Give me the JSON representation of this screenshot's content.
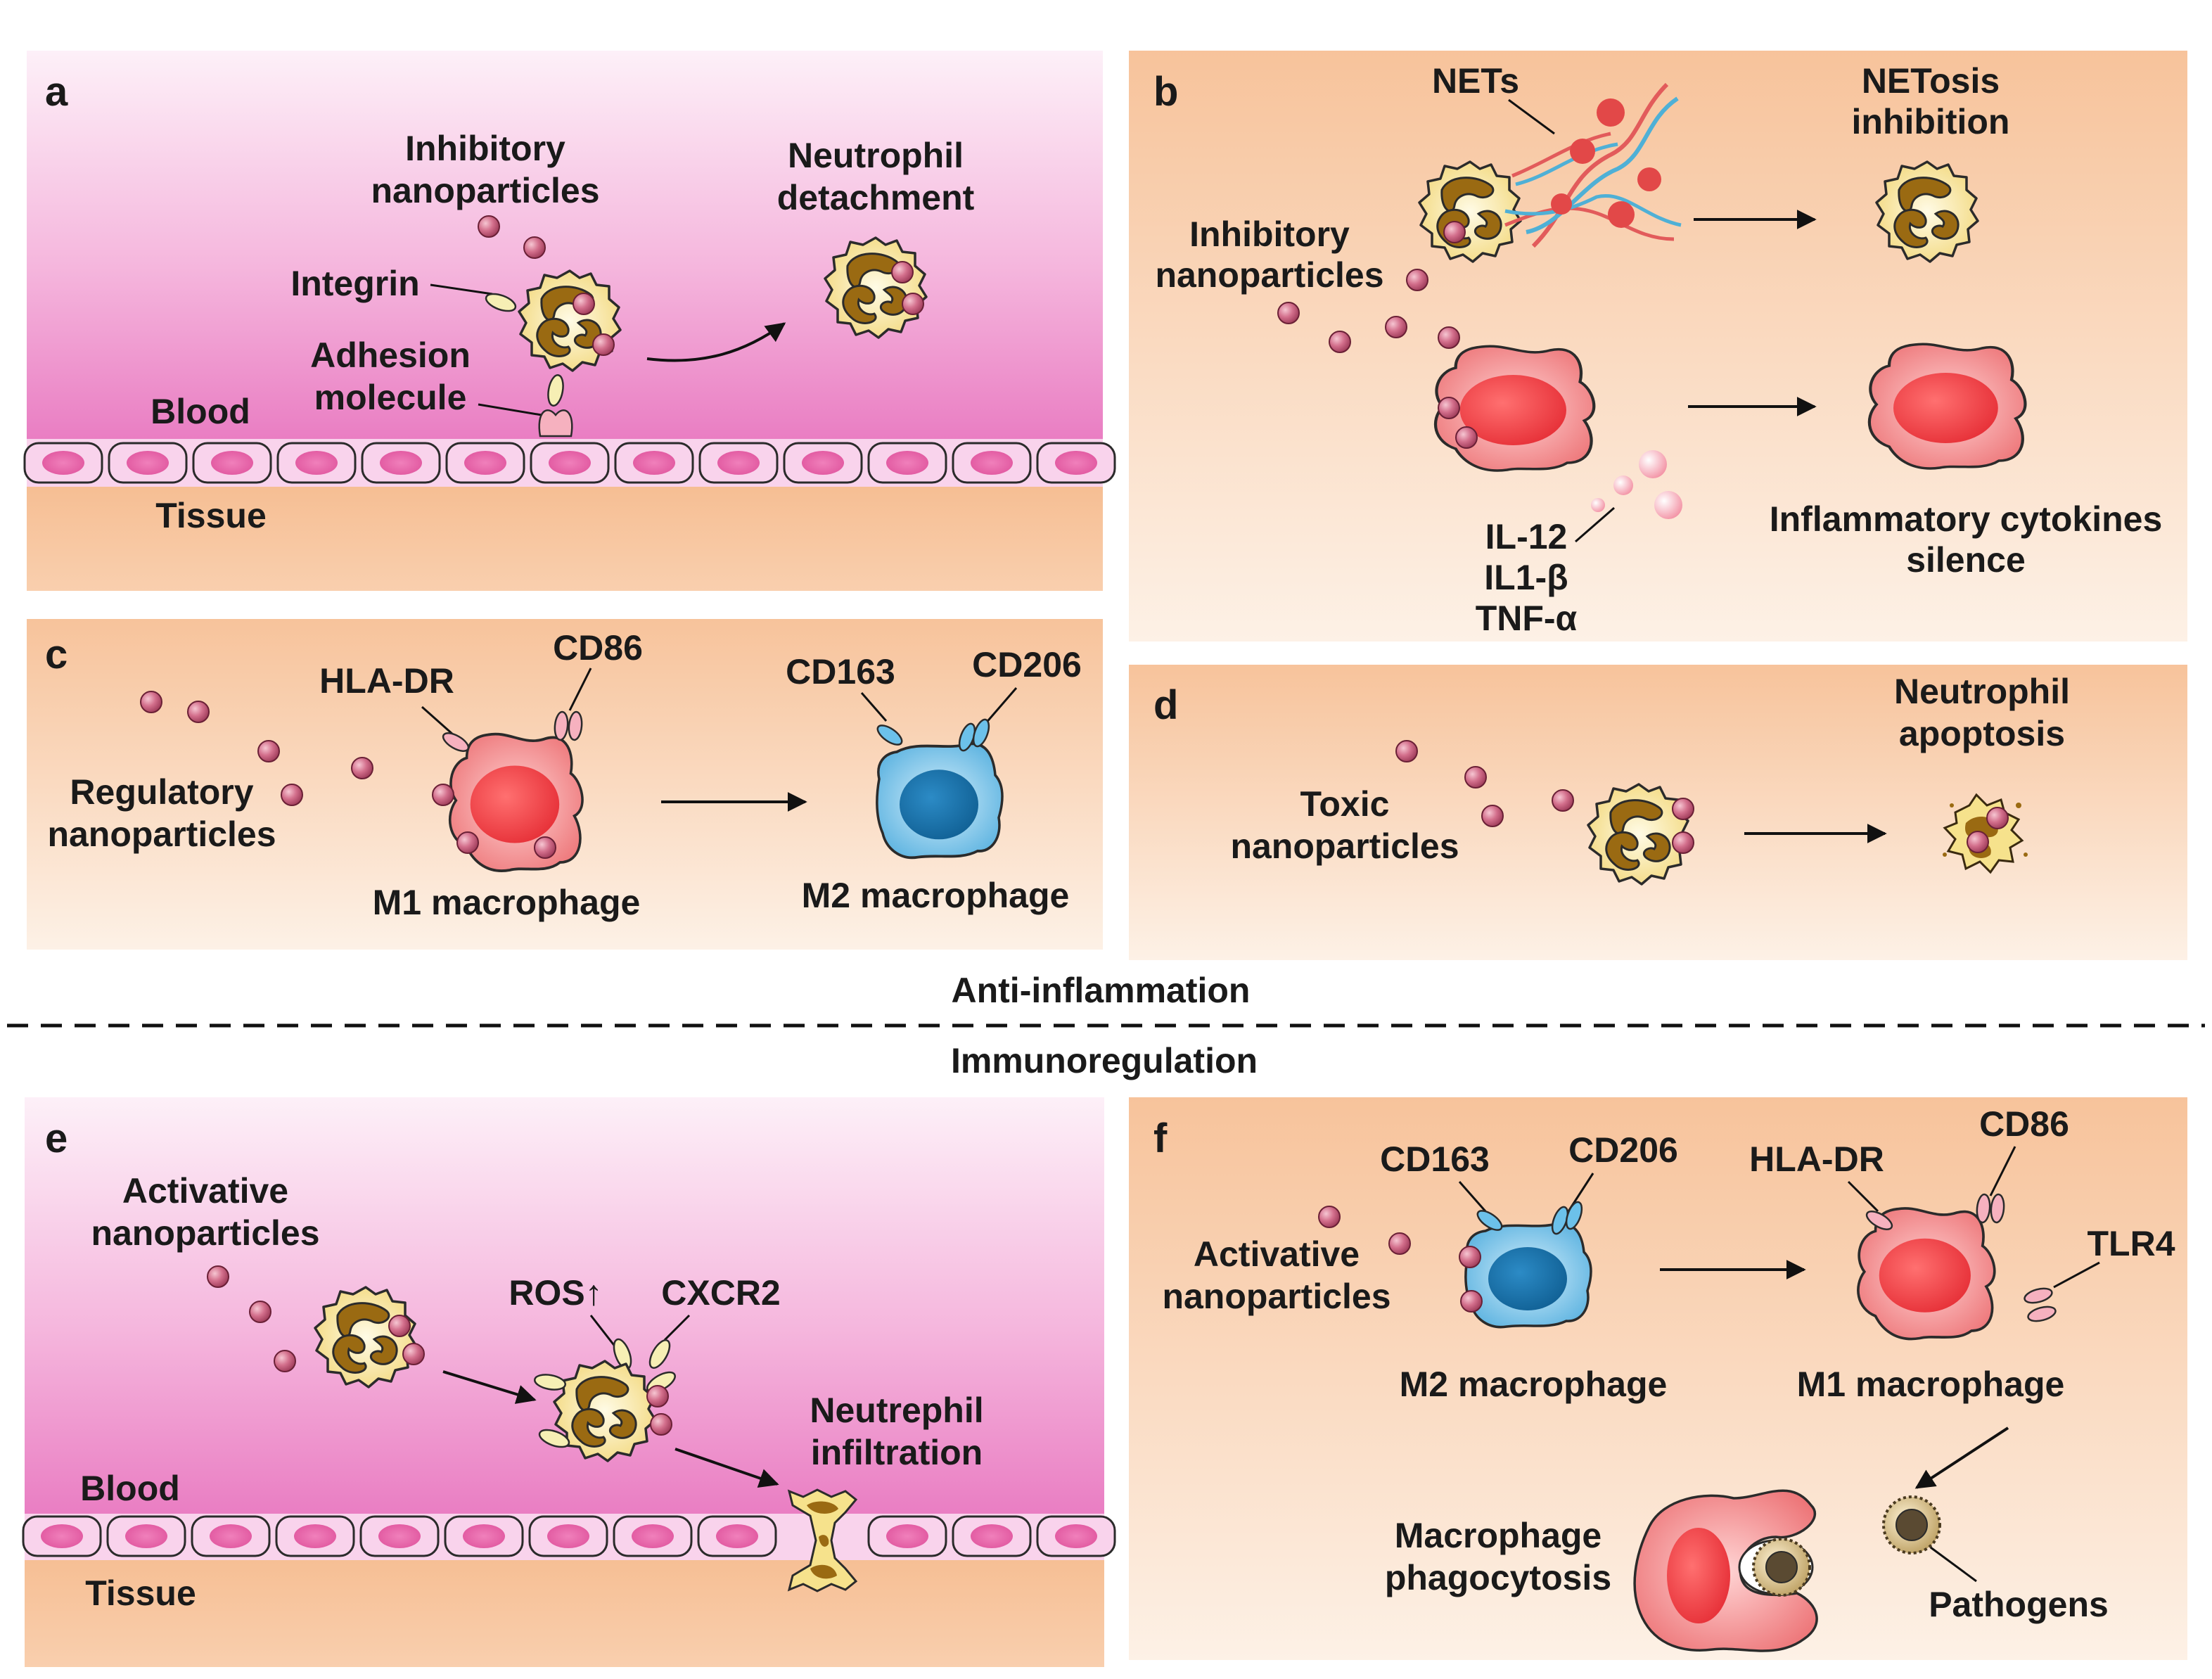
{
  "panels": {
    "a": {
      "letter": "a",
      "inhibitory_line1": "Inhibitory",
      "inhibitory_line2": "nanoparticles",
      "detach_line1": "Neutrophil",
      "detach_line2": "detachment",
      "integrin": "Integrin",
      "adhesion_line1": "Adhesion",
      "adhesion_line2": "molecule",
      "blood": "Blood",
      "tissue": "Tissue"
    },
    "b": {
      "letter": "b",
      "nets": "NETs",
      "netosis_line1": "NETosis",
      "netosis_line2": "inhibition",
      "inhibitory_line1": "Inhibitory",
      "inhibitory_line2": "nanoparticles",
      "il12": "IL-12",
      "il1b": "IL1-β",
      "tnfa": "TNF-α",
      "silence_line1": "Inflammatory cytokines",
      "silence_line2": "silence"
    },
    "c": {
      "letter": "c",
      "hladr": "HLA-DR",
      "cd86": "CD86",
      "cd163": "CD163",
      "cd206": "CD206",
      "regulatory_line1": "Regulatory",
      "regulatory_line2": "nanoparticles",
      "m1": "M1 macrophage",
      "m2": "M2 macrophage"
    },
    "d": {
      "letter": "d",
      "apoptosis_line1": "Neutrophil",
      "apoptosis_line2": "apoptosis",
      "toxic_line1": "Toxic",
      "toxic_line2": "nanoparticles"
    },
    "e": {
      "letter": "e",
      "activative_line1": "Activative",
      "activative_line2": "nanoparticles",
      "ros": "ROS↑",
      "cxcr2": "CXCR2",
      "infiltration_line1": "Neutrephil",
      "infiltration_line2": "infiltration",
      "blood": "Blood",
      "tissue": "Tissue"
    },
    "f": {
      "letter": "f",
      "cd163": "CD163",
      "cd206": "CD206",
      "hladr": "HLA-DR",
      "cd86": "CD86",
      "tlr4": "TLR4",
      "activative_line1": "Activative",
      "activative_line2": "nanoparticles",
      "m2": "M2 macrophage",
      "m1": "M1 macrophage",
      "phago_line1": "Macrophage",
      "phago_line2": "phagocytosis",
      "pathogens": "Pathogens"
    }
  },
  "sections": {
    "anti_inflammation": "Anti-inflammation",
    "immunoregulation": "Immunoregulation"
  },
  "colors": {
    "blood_pink": "#e879c0",
    "tissue_peach": "#f6c49f",
    "nanoparticle": "#c0506c",
    "neutrophil_fill": "#f8e6a0",
    "neutrophil_nucleus": "#9a6a12",
    "m1_macrophage": "#f08a8a",
    "m1_nucleus": "#f04848",
    "m2_macrophage": "#7fc6ea",
    "m2_nucleus": "#1a73ad"
  }
}
